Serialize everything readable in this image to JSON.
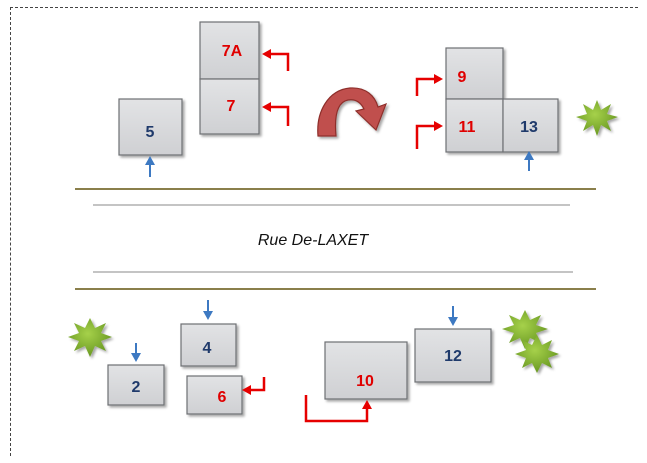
{
  "street": {
    "name": "Rue De-LAXET"
  },
  "colors": {
    "box_fill": "#d7d8da",
    "box_stroke": "#6d6f73",
    "red_label": "#e00000",
    "blue_label": "#1f3a6b",
    "red_arrow": "#e60000",
    "blue_arrow": "#3d79c2",
    "curved_arrow": "#c0504d",
    "road_line": "#8a7f4b",
    "bush": "#7cad2a"
  },
  "lots": [
    {
      "id": "7A",
      "label": "7A",
      "label_color": "red",
      "side": "north"
    },
    {
      "id": "7",
      "label": "7",
      "label_color": "red",
      "side": "north"
    },
    {
      "id": "5",
      "label": "5",
      "label_color": "blue",
      "side": "north"
    },
    {
      "id": "9",
      "label": "9",
      "label_color": "red",
      "side": "north"
    },
    {
      "id": "11",
      "label": "11",
      "label_color": "red",
      "side": "north"
    },
    {
      "id": "13",
      "label": "13",
      "label_color": "blue",
      "side": "north"
    },
    {
      "id": "2",
      "label": "2",
      "label_color": "blue",
      "side": "south"
    },
    {
      "id": "4",
      "label": "4",
      "label_color": "blue",
      "side": "south"
    },
    {
      "id": "6",
      "label": "6",
      "label_color": "red",
      "side": "south"
    },
    {
      "id": "10",
      "label": "10",
      "label_color": "red",
      "side": "south"
    },
    {
      "id": "12",
      "label": "12",
      "label_color": "blue",
      "side": "south"
    }
  ],
  "icons": {
    "curved_arrow": "curved-arrow-icon",
    "bush": "bush-icon",
    "red_arrow": "red-elbow-arrow-icon",
    "blue_arrow": "blue-up-arrow-icon"
  }
}
